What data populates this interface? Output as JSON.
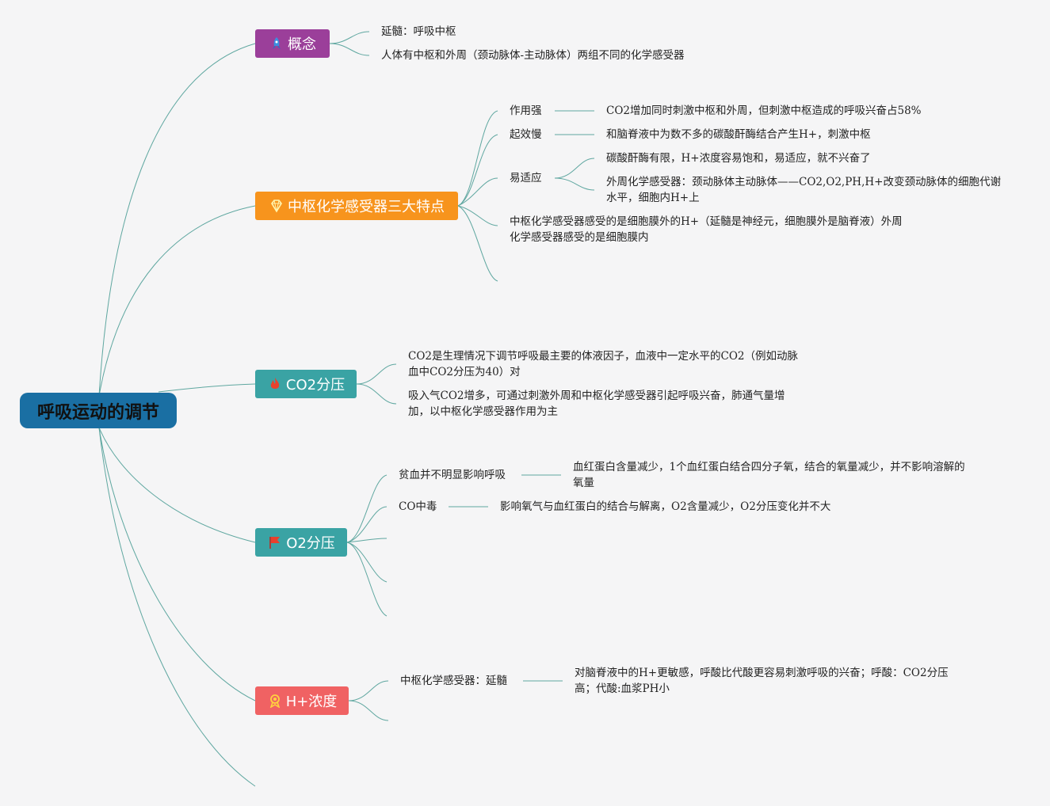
{
  "root": {
    "label": "呼吸运动的调节",
    "color": "#1a6fa3"
  },
  "branches": {
    "concept": {
      "label": "概念",
      "icon": "rocket-icon",
      "color": "#9b3f9a",
      "items": [
        "延髓：呼吸中枢",
        "人体有中枢和外周（颈动脉体-主动脉体）两组不同的化学感受器"
      ]
    },
    "central": {
      "label": "中枢化学感受器三大特点",
      "icon": "diamond-icon",
      "color": "#f7941d",
      "items": [
        {
          "label": "作用强",
          "detail": "CO2增加同时刺激中枢和外周，但刺激中枢造成的呼吸兴奋占58%"
        },
        {
          "label": "起效慢",
          "detail": "和脑脊液中为数不多的碳酸酐酶结合产生H+，刺激中枢"
        },
        {
          "label": "易适应",
          "details": [
            "碳酸酐酶有限，H+浓度容易饱和，易适应，就不兴奋了",
            "外周化学感受器：颈动脉体主动脉体——CO2,O2,PH,H+改变颈动脉体的细胞代谢水平，细胞内H+上"
          ]
        }
      ],
      "note": "中枢化学感受器感受的是细胞膜外的H+（延髓是神经元，细胞膜外是脑脊液）外周化学感受器感受的是细胞膜内"
    },
    "co2": {
      "label": "CO2分压",
      "icon": "fire-icon",
      "color": "#3aa3a4",
      "items": [
        "CO2是生理情况下调节呼吸最主要的体液因子，血液中一定水平的CO2（例如动脉血中CO2分压为40）对",
        "吸入气CO2增多，可通过刺激外周和中枢化学感受器引起呼吸兴奋，肺通气量增加，以中枢化学感受器作用为主"
      ]
    },
    "o2": {
      "label": "O2分压",
      "icon": "flag-icon",
      "color": "#3aa3a4",
      "items": [
        {
          "label": "贫血并不明显影响呼吸",
          "detail": "血红蛋白含量减少，1个血红蛋白结合四分子氧，结合的氧量减少，并不影响溶解的氧量"
        },
        {
          "label": "CO中毒",
          "detail": "影响氧气与血红蛋白的结合与解离，O2含量减少，O2分压变化并不大"
        }
      ]
    },
    "h": {
      "label": "H+浓度",
      "icon": "award-icon",
      "color": "#f06263",
      "items": [
        {
          "label": "中枢化学感受器：延髓",
          "detail": "对脑脊液中的H+更敏感，呼酸比代酸更容易刺激呼吸的兴奋；呼酸：CO2分压高；代酸:血浆PH小"
        }
      ]
    }
  },
  "line_color": "#5fa7a0"
}
